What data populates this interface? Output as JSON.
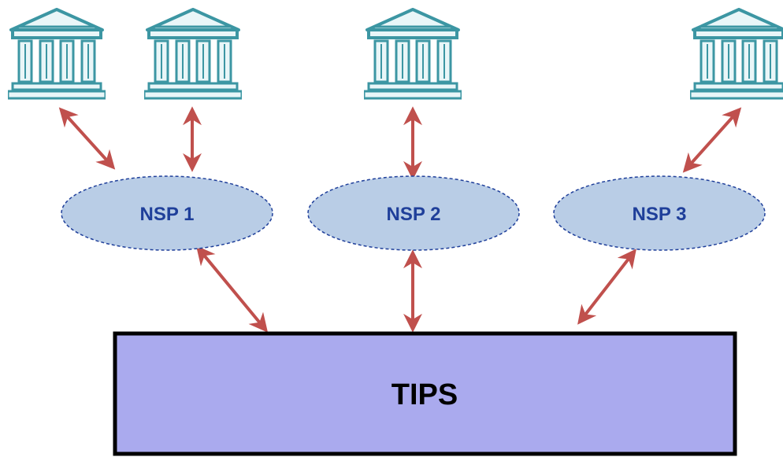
{
  "nodes": {
    "nsp1": {
      "label": "NSP 1"
    },
    "nsp2": {
      "label": "NSP 2"
    },
    "nsp3": {
      "label": "NSP 3"
    },
    "tips": {
      "label": "TIPS"
    }
  },
  "banks": [
    {
      "icon": "bank-building-icon"
    },
    {
      "icon": "bank-building-icon"
    },
    {
      "icon": "bank-building-icon"
    },
    {
      "icon": "bank-building-icon"
    }
  ],
  "colors": {
    "arrow": "#c0504d",
    "bank_fill": "#e9f6f8",
    "bank_stroke": "#3c96a3",
    "nsp_fill": "#b9cde6",
    "nsp_stroke": "#1f3f9a",
    "nsp_text": "#1f3f9a",
    "tips_fill": "#aaaaee",
    "tips_stroke": "#000000"
  }
}
